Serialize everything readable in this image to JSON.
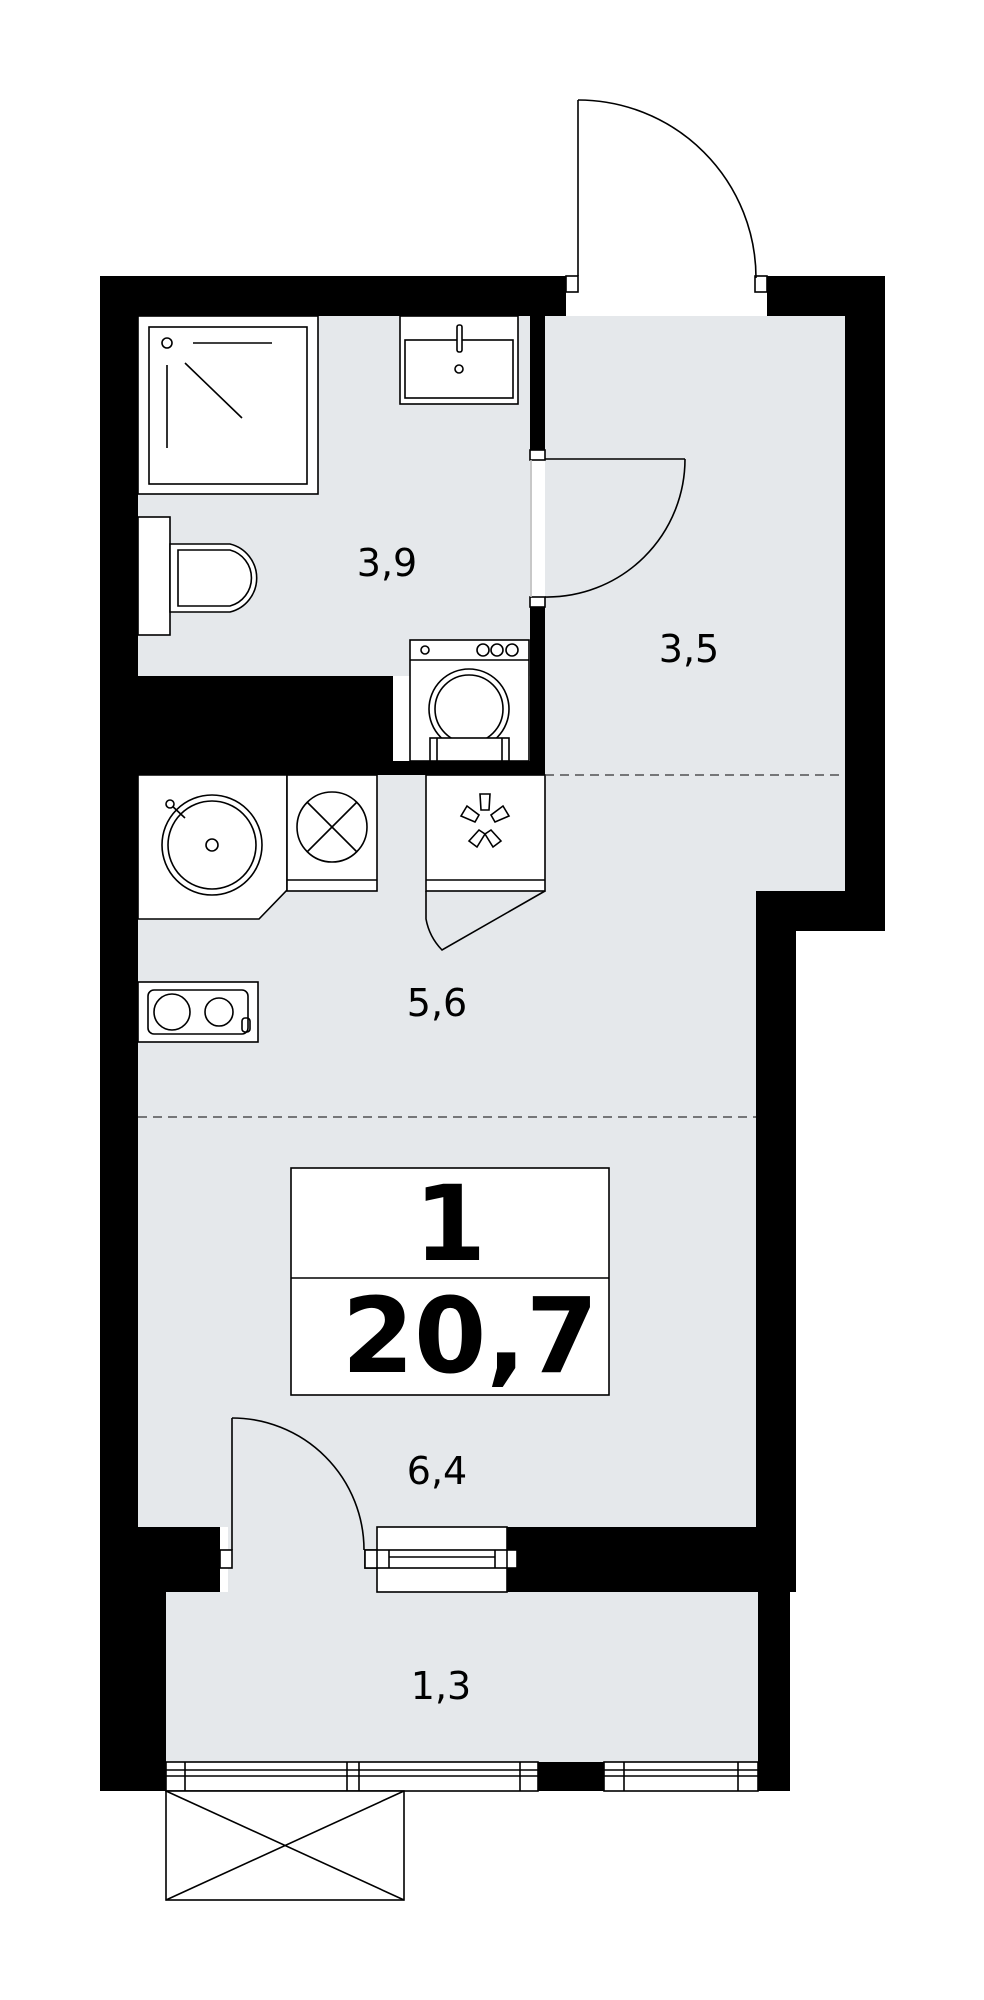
{
  "plan": {
    "rooms": [
      {
        "id": "bathroom",
        "area": "3,9"
      },
      {
        "id": "hall",
        "area": "3,5"
      },
      {
        "id": "kitchen",
        "area": "5,6"
      },
      {
        "id": "living",
        "area": "6,4"
      },
      {
        "id": "balcony",
        "area": "1,3"
      }
    ],
    "summary": {
      "rooms_count": "1",
      "total_area": "20,7"
    }
  },
  "colors": {
    "wall": "#000000",
    "floor": "#e5e8eb",
    "background": "#ffffff"
  }
}
